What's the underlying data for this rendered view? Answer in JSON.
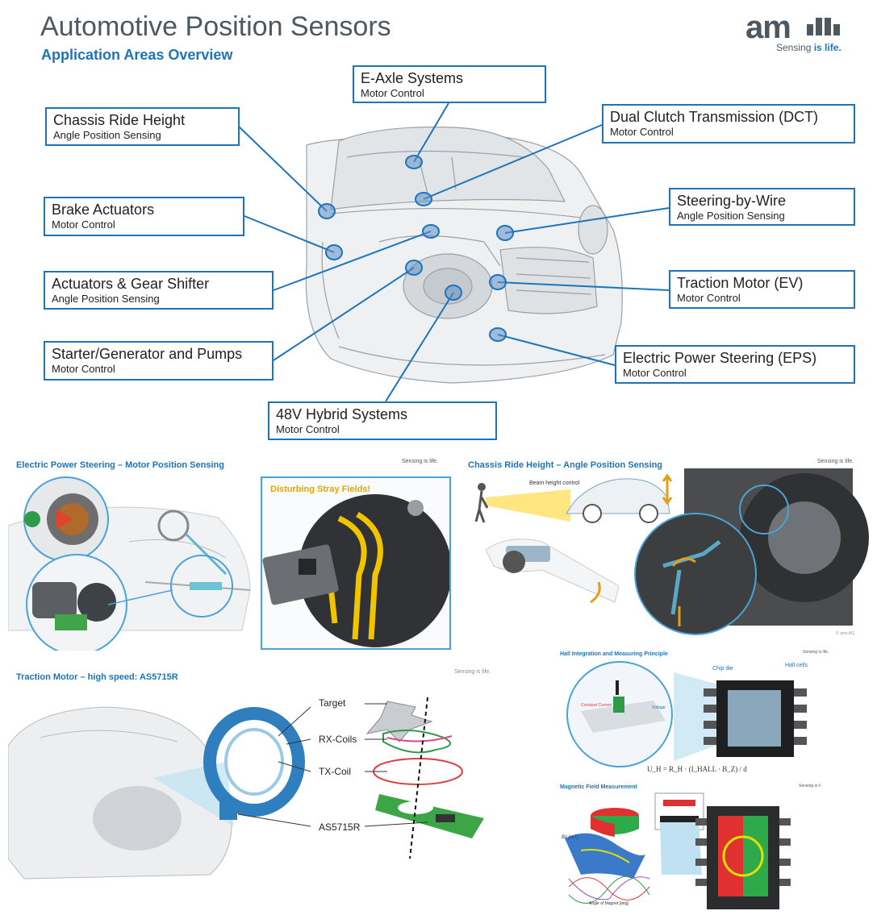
{
  "header": {
    "title": "Automotive Position Sensors",
    "subtitle": "Application Areas Overview",
    "logo_text": "am",
    "logo_tagline_a": "Sensing",
    "logo_tagline_b": "is life."
  },
  "callouts": [
    {
      "name": "E-Axle Systems",
      "sub": "Motor Control"
    },
    {
      "name": "Chassis Ride Height",
      "sub": "Angle Position Sensing"
    },
    {
      "name": "Dual Clutch Transmission (DCT)",
      "sub": "Motor Control"
    },
    {
      "name": "Brake Actuators",
      "sub": "Motor Control"
    },
    {
      "name": "Steering-by-Wire",
      "sub": "Angle Position Sensing"
    },
    {
      "name": "Actuators & Gear Shifter",
      "sub": "Angle Position Sensing"
    },
    {
      "name": "Traction Motor (EV)",
      "sub": "Motor Control"
    },
    {
      "name": "Starter/Generator and Pumps",
      "sub": "Motor Control"
    },
    {
      "name": "Electric Power Steering (EPS)",
      "sub": "Motor Control"
    },
    {
      "name": "48V Hybrid Systems",
      "sub": "Motor Control"
    }
  ],
  "slides": {
    "eps": {
      "title": "Electric Power Steering – Motor Position Sensing",
      "tag": "Sensing is life.",
      "stray": "Disturbing Stray Fields!"
    },
    "chassis": {
      "title": "Chassis Ride Height – Angle Position Sensing",
      "tag": "Sensing is life.",
      "beam": "Beam height control",
      "footer": "© ams AG"
    },
    "traction": {
      "title": "Traction Motor – high speed: AS5715R",
      "tag": "Sensing is life.",
      "labels": [
        "Target",
        "RX-Coils",
        "TX-Coil",
        "AS5715R"
      ]
    },
    "hall": {
      "title": "Hall Integration and Measuring Principle",
      "tag": "Sensing is life.",
      "chip_die": "Chip die",
      "hall_cells": "Hall cells",
      "formula": "U_H = R_H · (I_HALL · B_Z) / d",
      "current": "Constant Current",
      "voltage": "Voltage"
    },
    "magnetic": {
      "title": "Magnetic Field Measurement",
      "tag": "Sensing is li",
      "bz": "Bz [mT]",
      "angle": "Angle of Magnet [deg]"
    }
  },
  "colors": {
    "accent": "#1d74bb",
    "text_gray": "#4d5860",
    "stray_yellow": "#f2c400",
    "coil_green": "#3cb54a"
  }
}
